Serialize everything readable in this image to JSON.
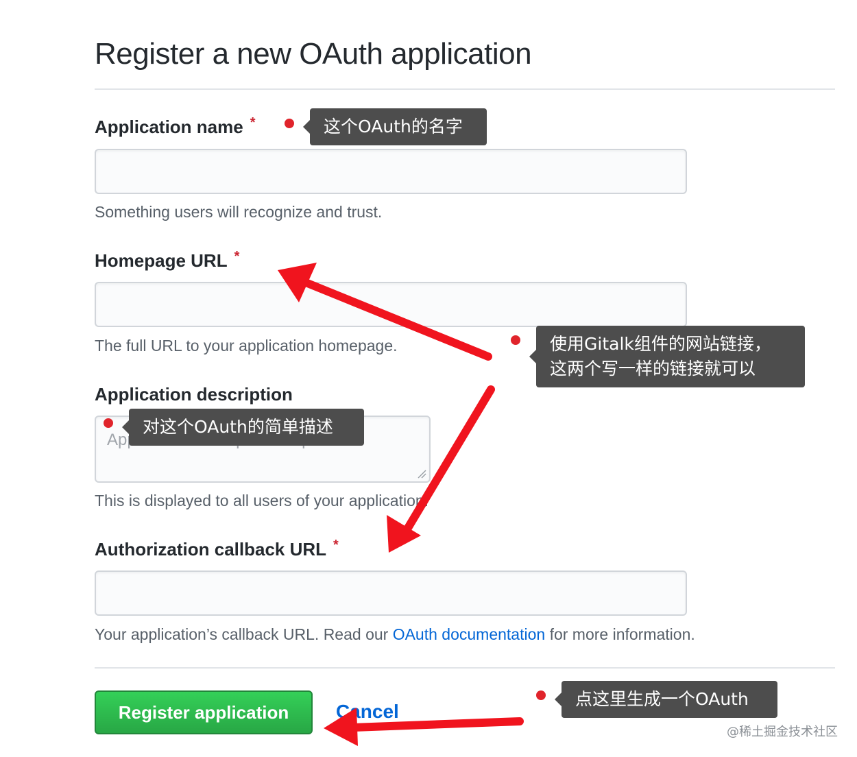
{
  "form": {
    "title": "Register a new OAuth application",
    "required_mark": "*",
    "app_name": {
      "label": "Application name",
      "hint": "Something users will recognize and trust."
    },
    "homepage": {
      "label": "Homepage URL",
      "hint": "The full URL to your application homepage."
    },
    "description": {
      "label": "Application description",
      "placeholder": "Application description is optional",
      "hint": "This is displayed to all users of your application."
    },
    "callback": {
      "label": "Authorization callback URL",
      "hint_before": "Your application’s callback URL. Read our ",
      "hint_link": "OAuth documentation",
      "hint_after": " for more information."
    },
    "submit_label": "Register application",
    "cancel_label": "Cancel"
  },
  "annotations": {
    "name_tip": "这个OAuth的名字",
    "url_tip_line1": "使用Gitalk组件的网站链接，",
    "url_tip_line2": "这两个写一样的链接就可以",
    "desc_tip": "对这个OAuth的简单描述",
    "submit_tip": "点这里生成一个OAuth",
    "dot_color": "#e0242b",
    "arrow_color": "#f0141e",
    "tooltip_color": "#4d4d4d"
  },
  "watermark": "@稀土掘金技术社区",
  "colors": {
    "primary_button": "#28a745",
    "link": "#0366d6",
    "required": "#cb2431"
  }
}
